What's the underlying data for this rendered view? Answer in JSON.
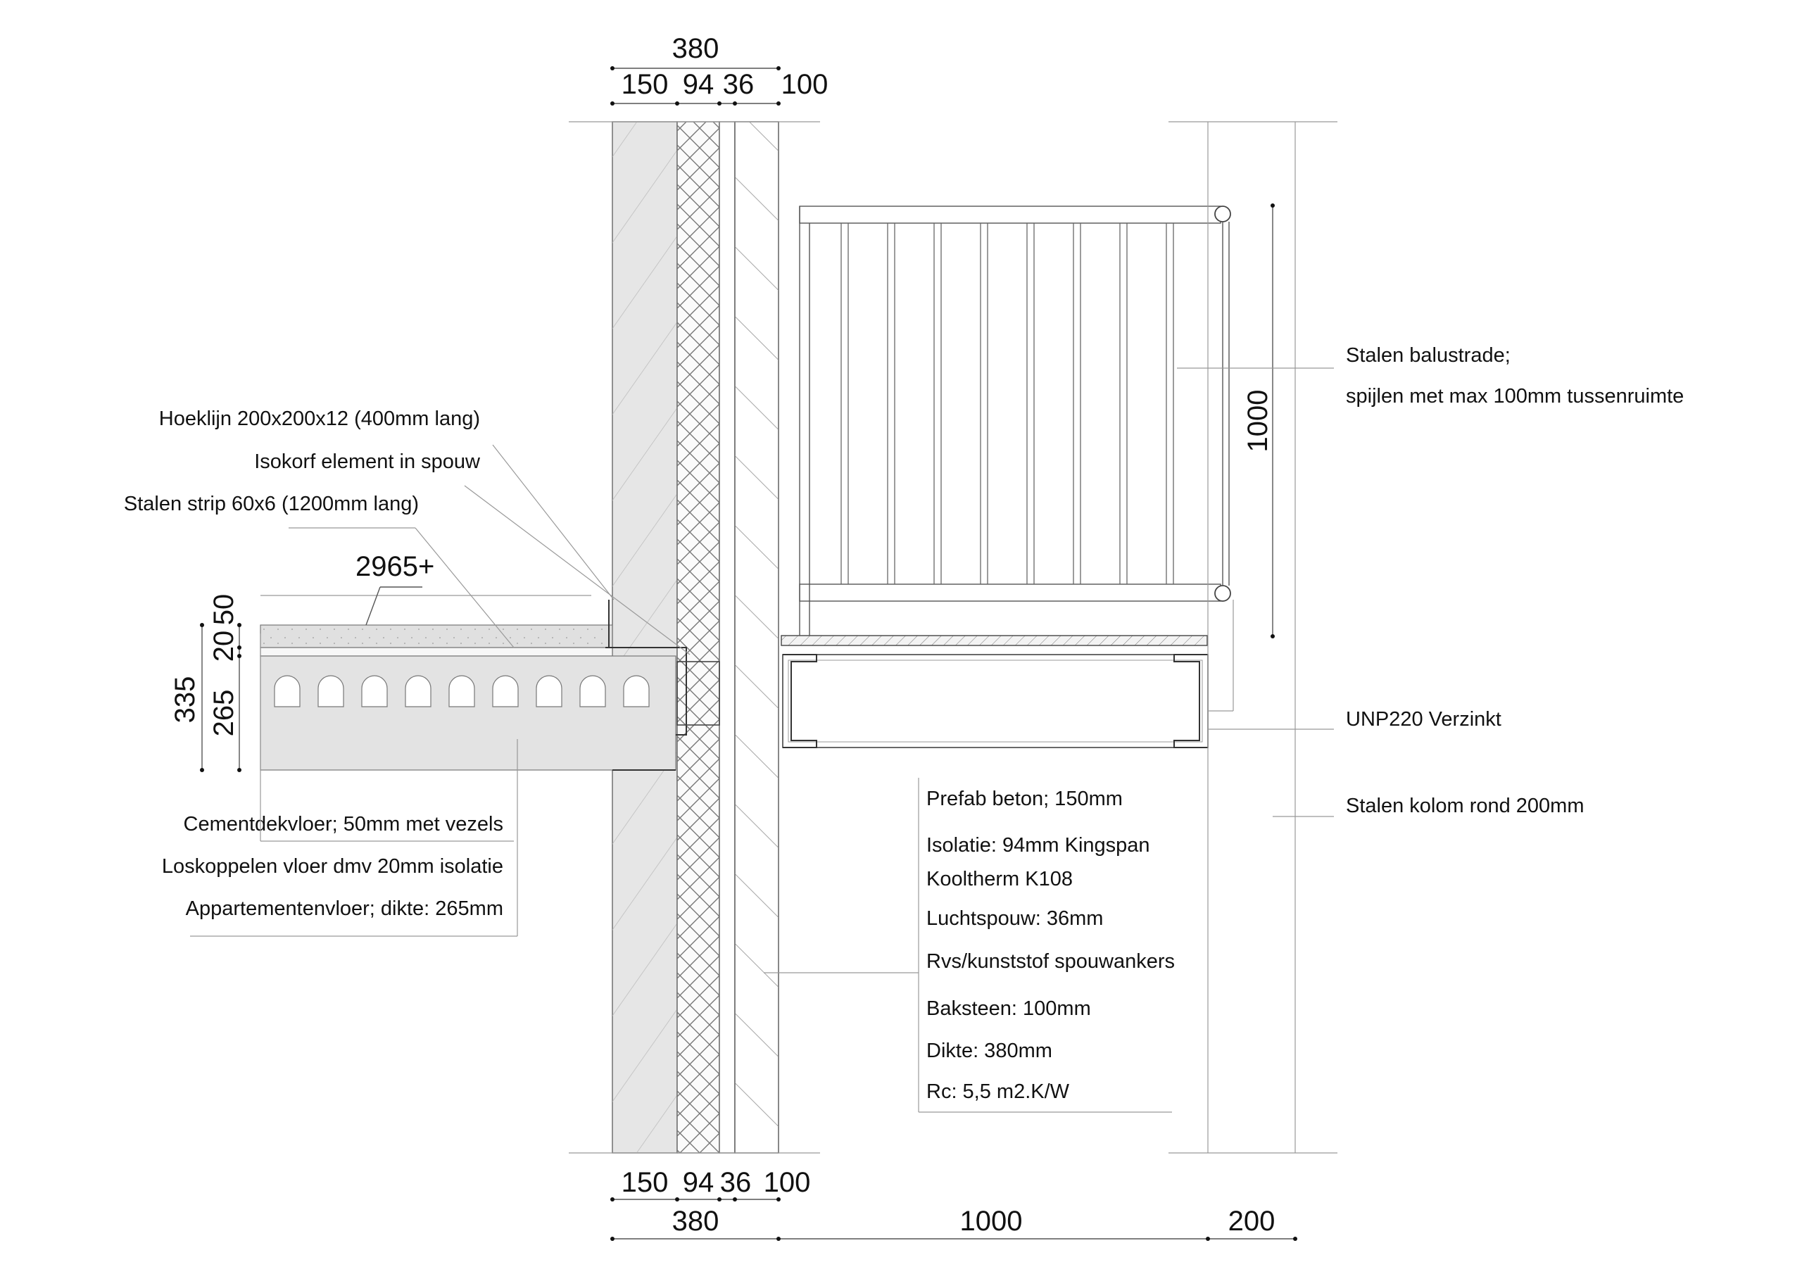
{
  "dimensions": {
    "top_total": "380",
    "top_parts": [
      "150",
      "94",
      "36",
      "100"
    ],
    "bottom_parts": [
      "150",
      "94",
      "36",
      "100"
    ],
    "bottom_totals": [
      "380",
      "1000",
      "200"
    ],
    "railing_height": "1000",
    "floor_level": "2965+",
    "floor_total": "335",
    "floor_parts": [
      "50",
      "20",
      "265"
    ]
  },
  "labels_left_top": [
    "Hoeklijn 200x200x12 (400mm lang)",
    "Isokorf element in spouw",
    "Stalen strip 60x6 (1200mm lang)"
  ],
  "labels_left_bottom": [
    "Cementdekvloer; 50mm met vezels",
    "Loskoppelen vloer dmv 20mm isolatie",
    "Appartementenvloer; dikte: 265mm"
  ],
  "labels_right": {
    "balustrade_1": "Stalen balustrade;",
    "balustrade_2": "spijlen met max 100mm tussenruimte",
    "unp": "UNP220 Verzinkt",
    "column": "Stalen kolom rond 200mm"
  },
  "wall_spec": [
    "Prefab beton; 150mm",
    "Isolatie: 94mm Kingspan",
    "Kooltherm K108",
    "Luchtspouw: 36mm",
    "Rvs/kunststof spouwankers",
    "Baksteen: 100mm",
    "Dikte: 380mm",
    "Rc: 5,5 m2.K/W"
  ],
  "colors": {
    "concrete_fill": "#e6e6e6",
    "line": "#555555",
    "text": "#111111"
  }
}
